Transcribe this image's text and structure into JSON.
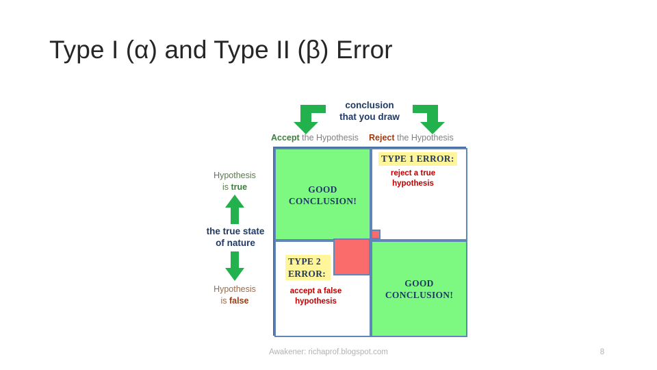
{
  "slide": {
    "title": "Type I (α) and Type II (β) Error",
    "page_number": "8",
    "footer_credit": "Awakener: richaprof.blogspot.com"
  },
  "diagram": {
    "type": "2x2-confusion-matrix",
    "column_axis": {
      "caption_line1": "conclusion",
      "caption_line2": "that you draw",
      "headers": [
        {
          "emphasis": "Accept",
          "rest": " the Hypothesis",
          "color": "#3e7d3e"
        },
        {
          "emphasis": "Reject",
          "rest": " the Hypothesis",
          "color": "#9c3a10"
        }
      ]
    },
    "row_axis": {
      "caption_line1": "the true state",
      "caption_line2": "of nature",
      "headers": [
        {
          "line1": "Hypothesis",
          "emphasis": "true",
          "prefix": "is ",
          "color": "#3e7d3e"
        },
        {
          "line1": "Hypothesis",
          "emphasis": "false",
          "prefix": "is ",
          "color": "#9c3a10"
        }
      ]
    },
    "cells": [
      {
        "id": "top-left",
        "label_line1": "GOOD",
        "label_line2": "CONCLUSION!",
        "fill": "#7DF981",
        "outcome": "correct"
      },
      {
        "id": "top-right",
        "label_line1": "",
        "label_line2": "",
        "fill": "#FFFFFF",
        "outcome": "type-1-error"
      },
      {
        "id": "bottom-left",
        "label_line1": "",
        "label_line2": "",
        "fill": "#FFFFFF",
        "outcome": "type-2-error"
      },
      {
        "id": "bottom-right",
        "label_line1": "GOOD",
        "label_line2": "CONCLUSION!",
        "fill": "#7DF981",
        "outcome": "correct"
      }
    ],
    "callouts": [
      {
        "id": "type-1",
        "title": "TYPE 1 ERROR:",
        "desc_line1": "reject a true",
        "desc_line2": "hypothesis",
        "highlight_color": "#FFF69B",
        "desc_color": "#c00000"
      },
      {
        "id": "type-2",
        "title_line1": "TYPE 2",
        "title_line2": "ERROR:",
        "desc_line1": "accept a false",
        "desc_line2": "hypothesis",
        "highlight_color": "#FFF69B",
        "desc_color": "#c00000"
      }
    ],
    "colors": {
      "green_fill": "#7DF981",
      "red_fill": "#FA6B6B",
      "grid_border": "#5f86b8",
      "arrow_green": "#22B14C",
      "navy_text": "#1f3864"
    }
  }
}
